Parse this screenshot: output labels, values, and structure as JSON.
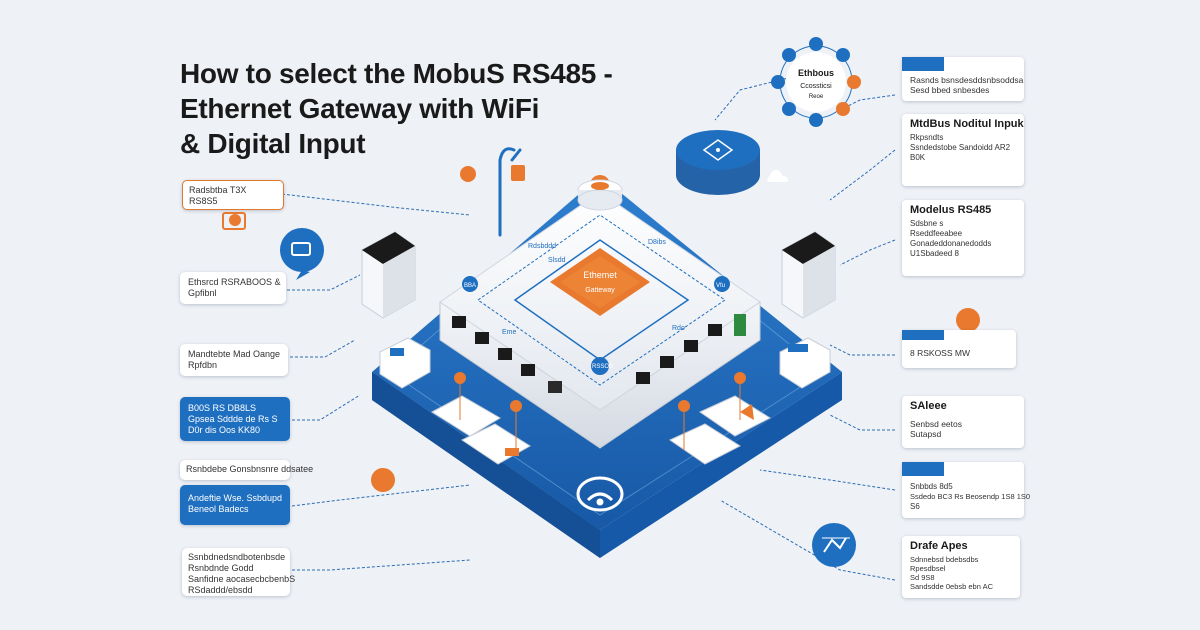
{
  "title": {
    "line1": "How to select the  MobuS RS485 -",
    "line2": "Ethernet Gateway with WiFi",
    "line3": "& Digital Input"
  },
  "left_cards": [
    {
      "lines": [
        "Radsbtba T3X",
        "RS8S5"
      ]
    },
    {
      "lines": [
        "Ethsrcd RSRABOOS &",
        "Gpfibnl"
      ]
    },
    {
      "lines": [
        "Mandtebte Mad Oange",
        "Rpfdbn"
      ]
    },
    {
      "lines": [
        "B00S RS DB8LS",
        "Gpsea Sddde de Rs S",
        "D0r dis Oos KK80"
      ]
    },
    {
      "lines": [
        "Rsnbdebe Gonsbnsnre ddsatee"
      ]
    },
    {
      "lines": [
        "Andeftie Wse. Ssbdupd",
        "Beneol Badecs"
      ]
    },
    {
      "lines": [
        "Ssnbdnedsndbotenbsde",
        "Rsnbdnde Godd",
        "Sanfidne aocasecbcbenbS",
        "RSdaddd/ebsdd"
      ]
    }
  ],
  "right_cards": [
    {
      "header": "",
      "lines": [
        "Rasnds bsnsdesddsnbsoddsa",
        "Sesd bbed snbesdes"
      ]
    },
    {
      "header": "MtdBus Noditul Inpuk",
      "lines": [
        "Rkpsndts",
        "Ssndedstobe Sandoidd AR2",
        "B0K"
      ]
    },
    {
      "header": "Modelus RS485",
      "lines": [
        "Sdsbne  s",
        "Rseddfeeabee",
        "Gonadeddonanedodds",
        "U1Sbadeed 8"
      ]
    },
    {
      "header": "",
      "lines": [
        "8 RSKOSS MW"
      ]
    },
    {
      "header": "SAleee",
      "lines": [
        "Senbsd eetos",
        "Sutapsd"
      ]
    },
    {
      "header": "",
      "lines": [
        "Snbbds 8d5",
        "Ssdedo BC3 Rs Beosendp 1S8 1S0",
        "S6"
      ]
    },
    {
      "header": "Drafe Apes",
      "lines": [
        "Sdnnebsd bdebsdbs",
        "Rpesdbsel",
        "Sd 9S8",
        "Sandsdde 0ebsb ebn AC"
      ]
    }
  ],
  "device": {
    "center_label_1": "Ethemet",
    "center_label_2": "Gatteway",
    "top_callout": "Ethbous",
    "top_callout_2": "Ccossticsi",
    "top_callout_3": "Reoe",
    "side_labels": [
      "Rdsbddd",
      "Slsdd",
      "D8ibs",
      "BBA",
      "RSSOS",
      "Vfu",
      "Eme",
      "Rdo"
    ]
  },
  "colors": {
    "blue": "#1f6fc0",
    "deep_blue": "#1559a8",
    "orange": "#e8792e",
    "background": "#eef1f6"
  },
  "icons": [
    "wifi-icon",
    "antenna-icon",
    "ethernet-port-icon",
    "network-icon",
    "signal-icon",
    "cloud-icon"
  ]
}
